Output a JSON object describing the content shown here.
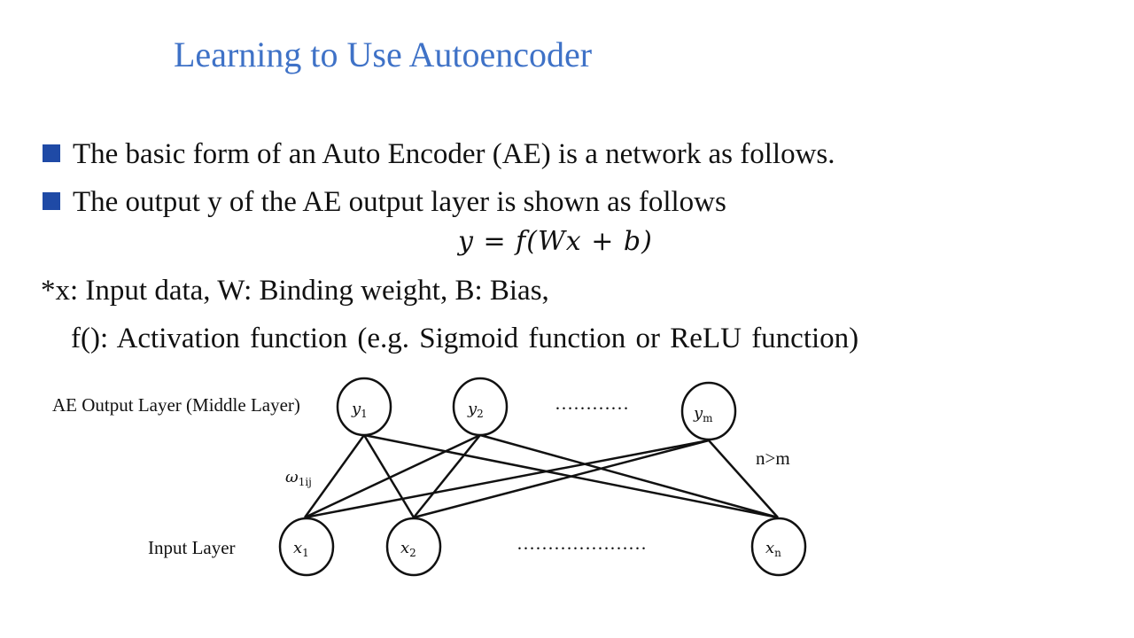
{
  "title": "Learning to Use Autoencoder",
  "bullets": [
    "The basic form of an Auto Encoder (AE) is a network as follows.",
    "The output y of the AE output layer is shown as follows"
  ],
  "equation": "y = f(Wx + b)",
  "notes": [
    "*x: Input data, W: Binding weight, B: Bias,",
    "f(): Activation function (e.g. Sigmoid function or ReLU function)"
  ],
  "diagram": {
    "output_layer_label": "AE Output Layer (Middle Layer)",
    "input_layer_label": "Input Layer",
    "weight_label": "ω",
    "weight_sub": "1ij",
    "condition_label": "n>m",
    "output_ellipsis": "…………",
    "input_ellipsis": "…………………",
    "output_nodes": [
      {
        "var": "y",
        "sub": "1"
      },
      {
        "var": "y",
        "sub": "2"
      },
      {
        "var": "y",
        "sub": "m"
      }
    ],
    "input_nodes": [
      {
        "var": "x",
        "sub": "1"
      },
      {
        "var": "x",
        "sub": "2"
      },
      {
        "var": "x",
        "sub": "n"
      }
    ]
  }
}
